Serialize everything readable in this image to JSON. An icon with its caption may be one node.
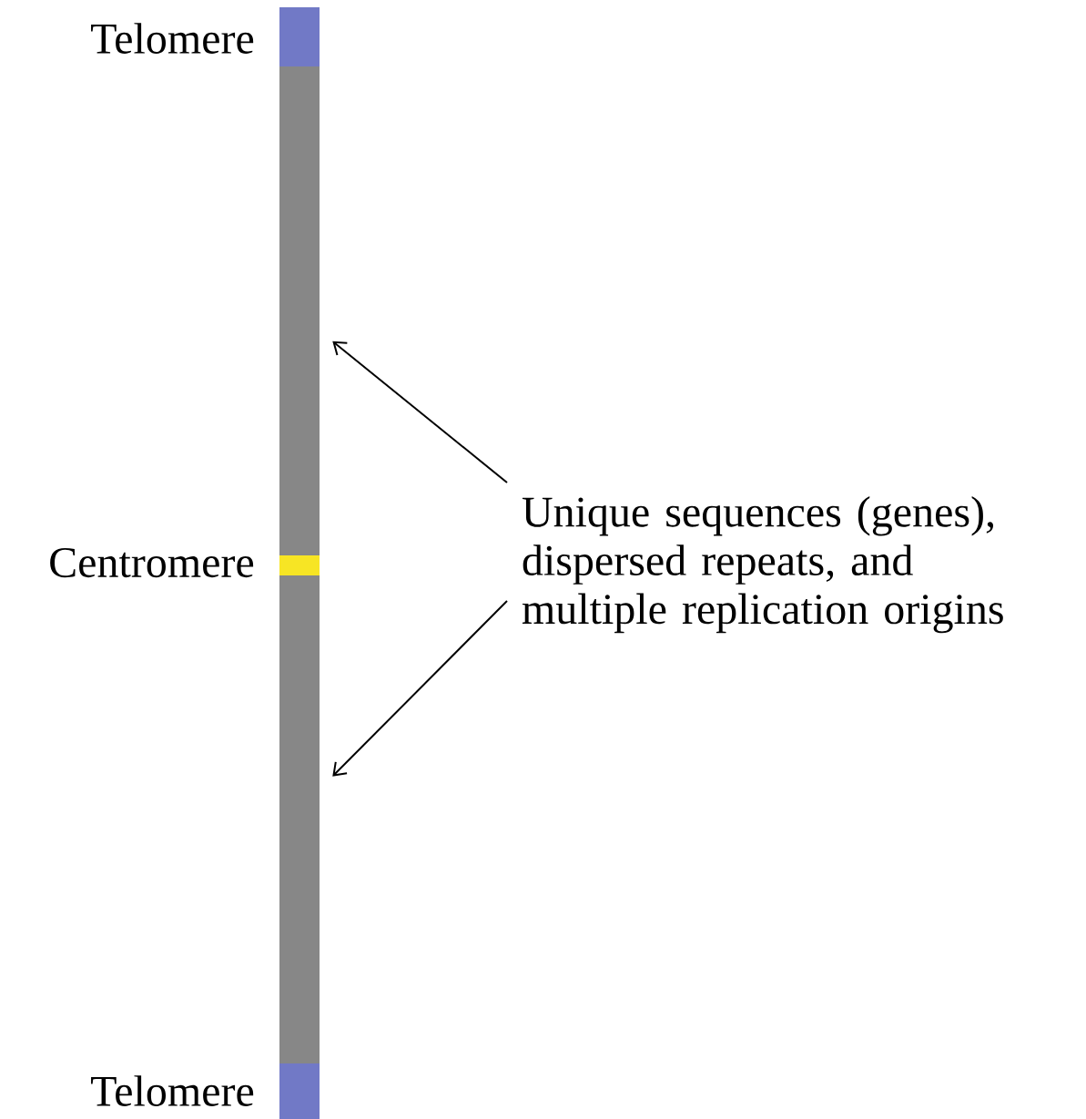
{
  "diagram": {
    "nodes": [
      {
        "text": [
          "Telomere"
        ]
      },
      {
        "text": [],
        "shape": "bar"
      },
      {
        "text": [
          "Centromere"
        ]
      },
      {
        "text": [],
        "shape": "bar"
      },
      {
        "text": [
          "Telomere"
        ]
      },
      {
        "text": [
          "Unique sequences (genes), dispersed repeats, and multiple replication origins"
        ]
      }
    ],
    "edges": [
      {
        "from": 5,
        "to": 1,
        "arrow": "to"
      },
      {
        "from": 5,
        "to": 3,
        "arrow": "to"
      }
    ]
  }
}
